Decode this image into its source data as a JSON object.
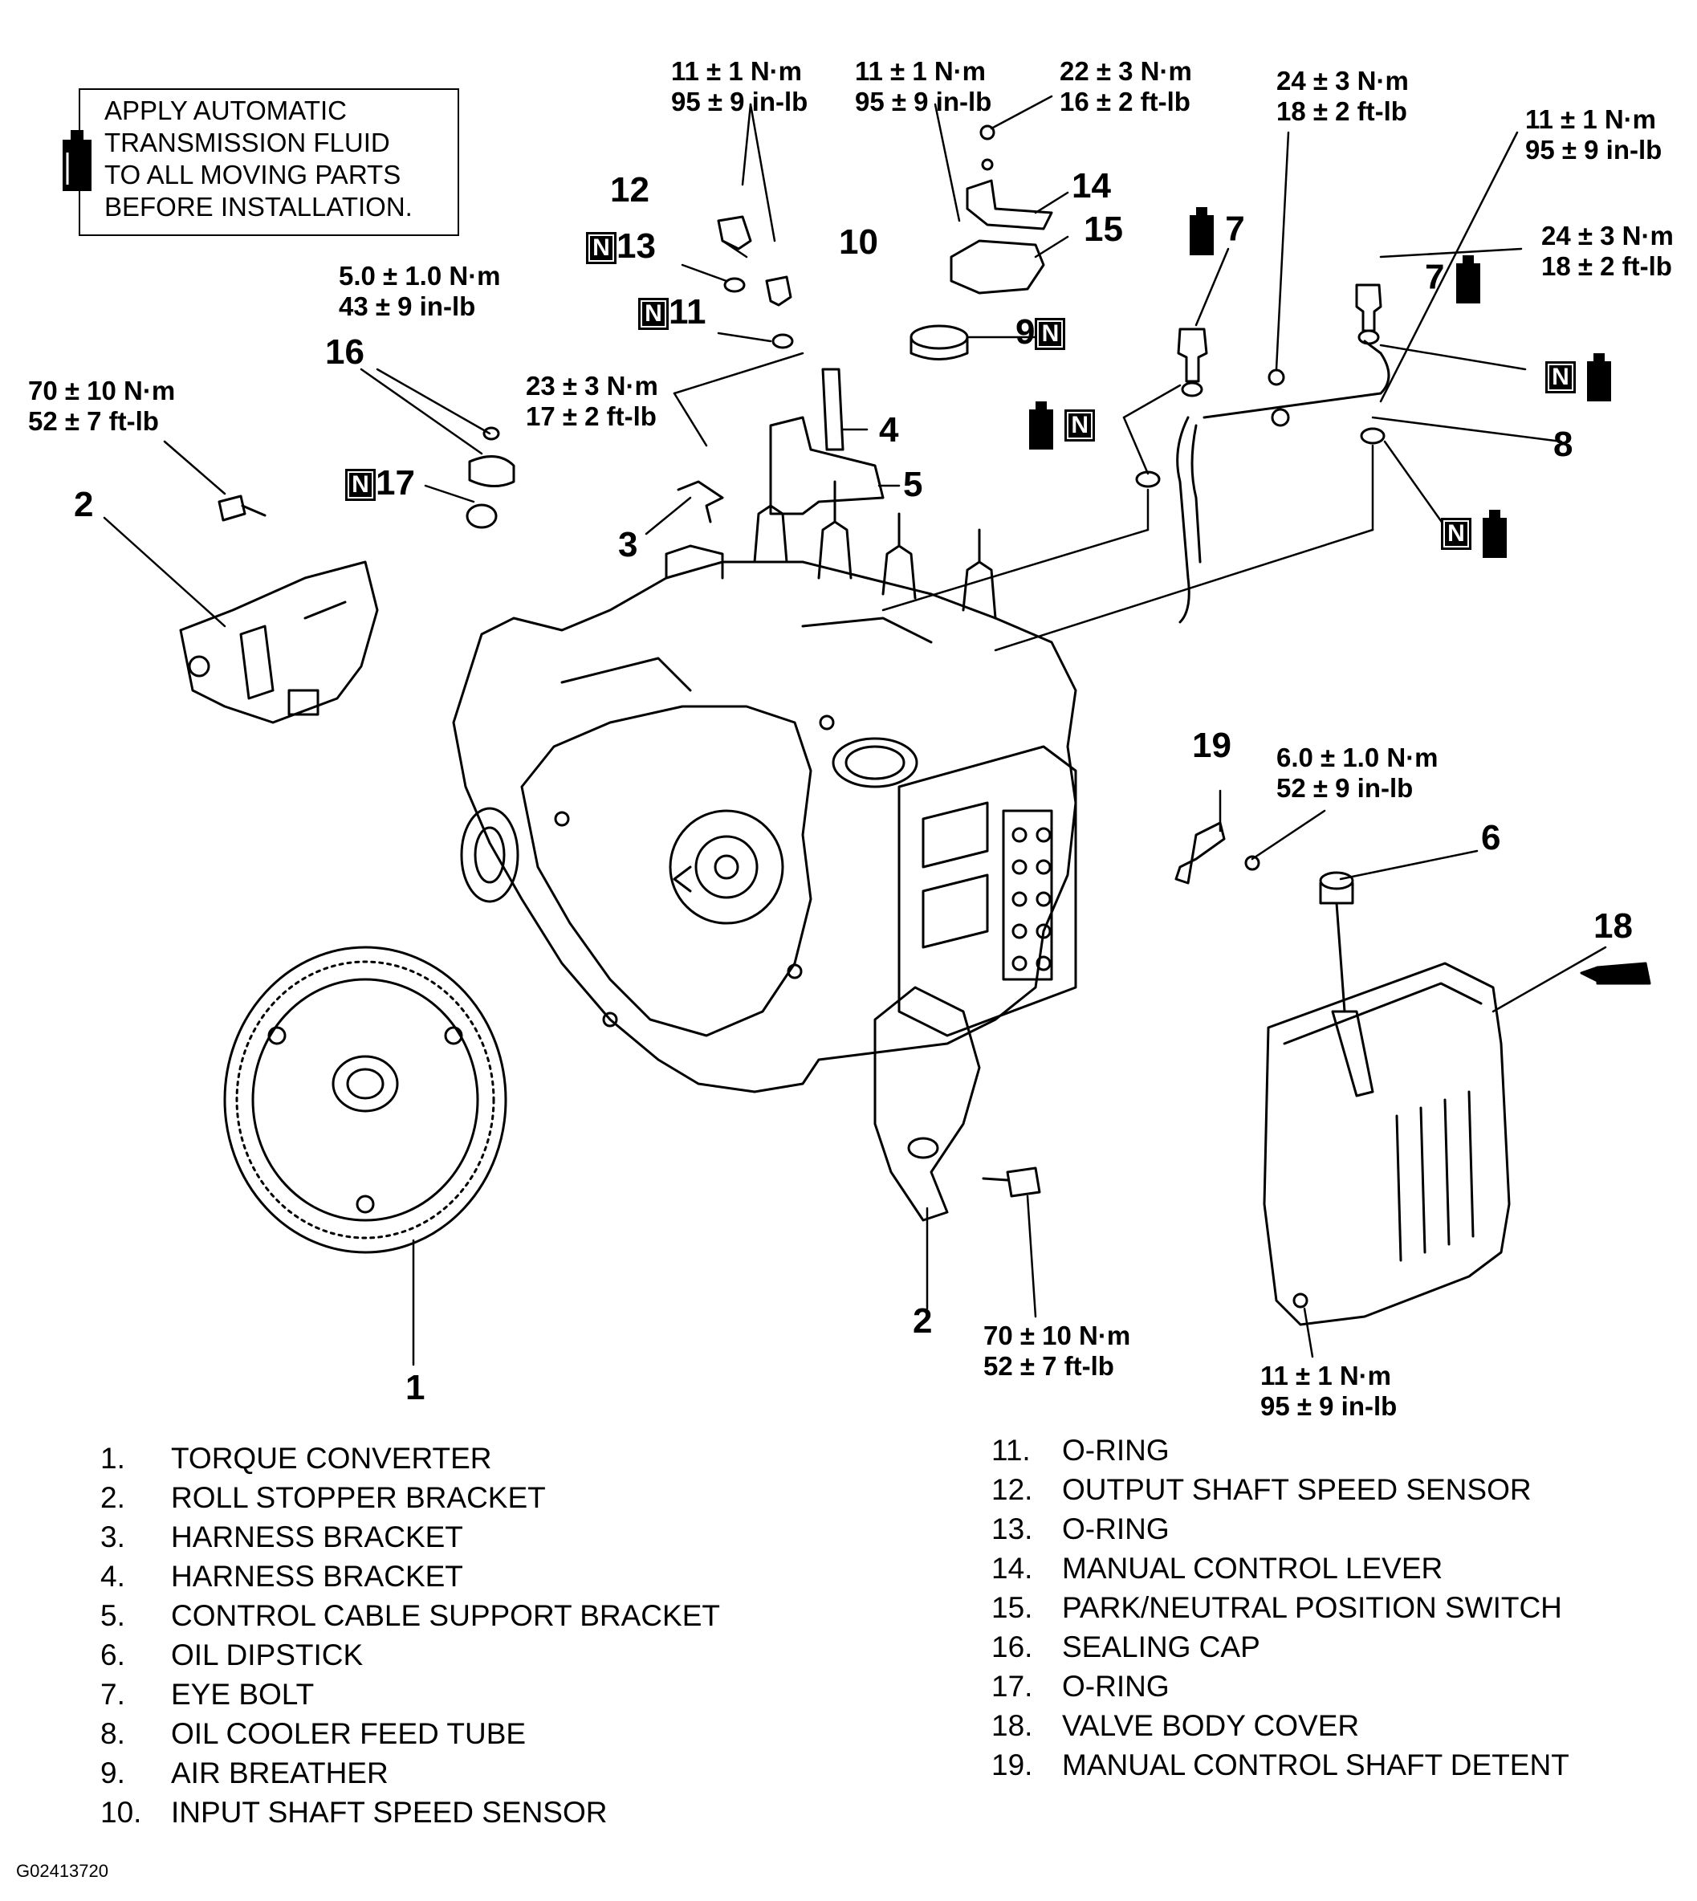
{
  "note": {
    "lines": [
      "APPLY AUTOMATIC",
      "TRANSMISSION FLUID",
      "TO ALL MOVING PARTS",
      "BEFORE INSTALLATION."
    ]
  },
  "badge": "N",
  "torque": {
    "t12a": "11 ± 1 N·m",
    "t12b": "95 ± 9 in-lb",
    "t14a": "11 ± 1 N·m",
    "t14b": "95 ± 9 in-lb",
    "t14ca": "22 ± 3 N·m",
    "t14cb": "16 ± 2 ft-lb",
    "t7a": "24 ± 3 N·m",
    "t7b": "18 ± 2 ft-lb",
    "t8a": "11 ± 1 N·m",
    "t8b": "95 ± 9 in-lb",
    "t7ra": "24 ± 3 N·m",
    "t7rb": "18 ± 2 ft-lb",
    "t16a": "5.0 ± 1.0 N·m",
    "t16b": "43 ± 9 in-lb",
    "t2a": "70 ± 10 N·m",
    "t2b": "52 ± 7 ft-lb",
    "t3a": "23 ± 3 N·m",
    "t3b": "17 ± 2 ft-lb",
    "t19a": "6.0 ± 1.0 N·m",
    "t19b": "52 ± 9 in-lb",
    "t2ba": "70 ± 10 N·m",
    "t2bb": "52 ± 7 ft-lb",
    "t18a": "11 ± 1 N·m",
    "t18b": "95 ± 9 in-lb"
  },
  "callouts": {
    "c12": "12",
    "c13": "13",
    "c10": "10",
    "c11": "11",
    "c14": "14",
    "c15": "15",
    "c9": "9",
    "c7": "7",
    "c7r": "7",
    "c8": "8",
    "c16": "16",
    "c17": "17",
    "c2": "2",
    "c4": "4",
    "c5": "5",
    "c3": "3",
    "c19": "19",
    "c6": "6",
    "c18": "18",
    "c1": "1",
    "c2b": "2"
  },
  "legend": [
    {
      "n": "1.",
      "text": "TORQUE CONVERTER"
    },
    {
      "n": "2.",
      "text": "ROLL STOPPER BRACKET"
    },
    {
      "n": "3.",
      "text": "HARNESS BRACKET"
    },
    {
      "n": "4.",
      "text": "HARNESS BRACKET"
    },
    {
      "n": "5.",
      "text": "CONTROL CABLE SUPPORT BRACKET"
    },
    {
      "n": "6.",
      "text": "OIL DIPSTICK"
    },
    {
      "n": "7.",
      "text": "EYE BOLT"
    },
    {
      "n": "8.",
      "text": "OIL COOLER FEED TUBE"
    },
    {
      "n": "9.",
      "text": "AIR BREATHER"
    },
    {
      "n": "10.",
      "text": "INPUT SHAFT SPEED SENSOR"
    },
    {
      "n": "11.",
      "text": "O-RING"
    },
    {
      "n": "12.",
      "text": "OUTPUT SHAFT SPEED SENSOR"
    },
    {
      "n": "13.",
      "text": "O-RING"
    },
    {
      "n": "14.",
      "text": "MANUAL CONTROL LEVER"
    },
    {
      "n": "15.",
      "text": "PARK/NEUTRAL POSITION SWITCH"
    },
    {
      "n": "16.",
      "text": "SEALING CAP"
    },
    {
      "n": "17.",
      "text": "O-RING"
    },
    {
      "n": "18.",
      "text": "VALVE BODY COVER"
    },
    {
      "n": "19.",
      "text": "MANUAL CONTROL SHAFT DETENT"
    }
  ],
  "figure_id": "G02413720"
}
